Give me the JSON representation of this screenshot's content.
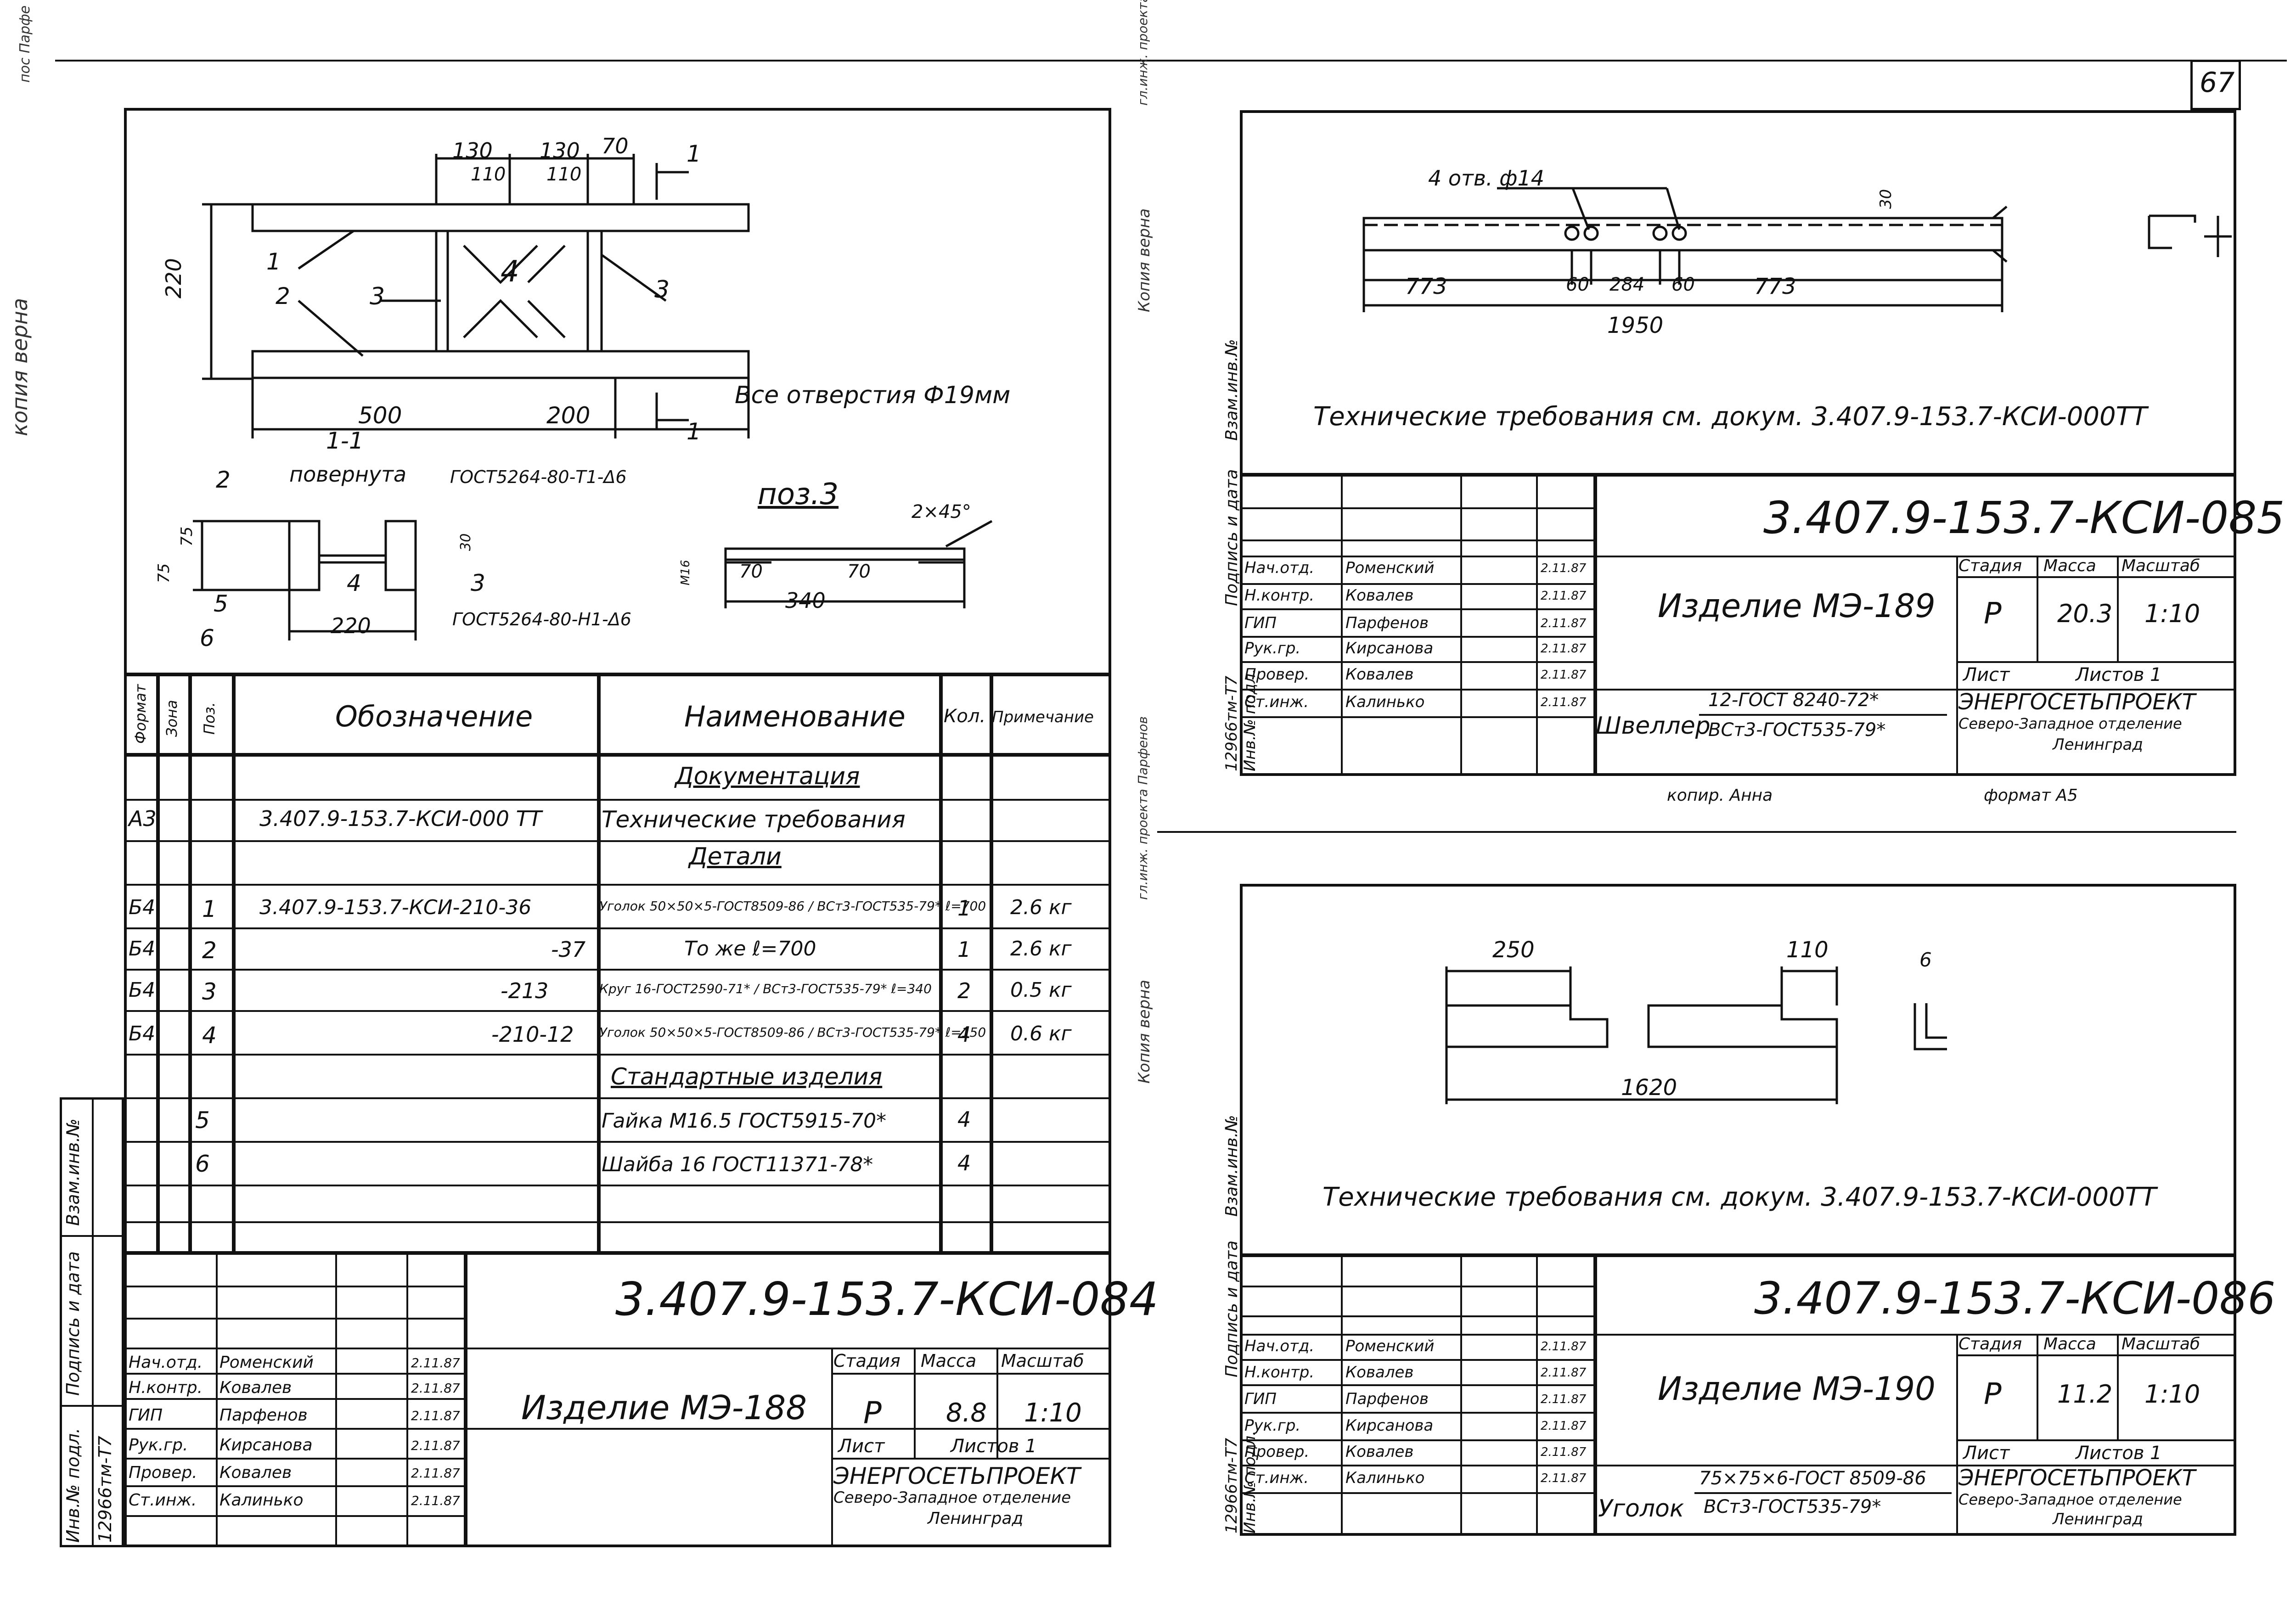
{
  "page_number": "67",
  "margin_notes": {
    "left_copy": "копия верна",
    "top_left_small": "пос Парфе",
    "top_center_small": "гл.инж. проекта Парфенов",
    "stamp_copy_1": "Копия верна",
    "stamp_copy_2": "Копия верна",
    "gl_inzh_2": "гл.инж. проекта Парфенов"
  },
  "sheet_084": {
    "dims": {
      "d130a": "130",
      "d130b": "130",
      "d70": "70",
      "d110a": "110",
      "d110b": "110",
      "d220": "220",
      "d500": "500",
      "d200": "200",
      "d75a": "75",
      "d75b": "75",
      "d220b": "220",
      "d30": "30",
      "d70a": "70",
      "d70b": "70",
      "d340": "340",
      "m16": "М16",
      "chamfer": "2×45°"
    },
    "callouts": {
      "c1": "1",
      "c2": "2",
      "c3a": "3",
      "c3b": "3",
      "c4": "4",
      "s1": "1",
      "s2": "1",
      "c2b": "2",
      "c3c": "3",
      "c4b": "4",
      "c5": "5",
      "c6": "6"
    },
    "holes_note": "Все отверстия Ф19мм",
    "section_label": "1-1",
    "section_sub": "повернута",
    "weld_1": "ГОСТ5264-80-Т1-Δ6",
    "weld_2": "ГОСТ5264-80-Н1-Δ6",
    "pos3_label": "поз.3",
    "spec_headers": {
      "format": "Формат",
      "zone": "Зона",
      "pos": "Поз.",
      "designation": "Обозначение",
      "name": "Наименование",
      "qty": "Кол.",
      "note": "Примечание"
    },
    "spec_rows": [
      {
        "format": "",
        "pos": "",
        "designation": "",
        "name": "Документация",
        "qty": "",
        "note": ""
      },
      {
        "format": "А3",
        "pos": "",
        "designation": "3.407.9-153.7-КСИ-000 ТТ",
        "name": "Технические требования",
        "qty": "",
        "note": ""
      },
      {
        "format": "",
        "pos": "",
        "designation": "",
        "name": "Детали",
        "qty": "",
        "note": ""
      },
      {
        "format": "Б4",
        "pos": "1",
        "designation": "3.407.9-153.7-КСИ-210-36",
        "name": "Уголок 50×50×5-ГОСТ8509-86 / ВСт3-ГОСТ535-79* ℓ=700",
        "qty": "1",
        "note": "2.6 кг"
      },
      {
        "format": "Б4",
        "pos": "2",
        "designation": "-37",
        "name": "То же ℓ=700",
        "qty": "1",
        "note": "2.6 кг"
      },
      {
        "format": "Б4",
        "pos": "3",
        "designation": "-213",
        "name": "Круг 16-ГОСТ2590-71* / ВСт3-ГОСТ535-79* ℓ=340",
        "qty": "2",
        "note": "0.5 кг"
      },
      {
        "format": "Б4",
        "pos": "4",
        "designation": "-210-12",
        "name": "Уголок 50×50×5-ГОСТ8509-86 / ВСт3-ГОСТ535-79* ℓ=150",
        "qty": "4",
        "note": "0.6 кг"
      },
      {
        "format": "",
        "pos": "",
        "designation": "",
        "name": "Стандартные изделия",
        "qty": "",
        "note": ""
      },
      {
        "format": "",
        "pos": "5",
        "designation": "",
        "name": "Гайка М16.5 ГОСТ5915-70*",
        "qty": "4",
        "note": ""
      },
      {
        "format": "",
        "pos": "6",
        "designation": "",
        "name": "Шайба 16 ГОСТ11371-78*",
        "qty": "4",
        "note": ""
      }
    ],
    "side_labels": {
      "inv_zam": "Взам.инв.№",
      "sign_date": "Подпись и дата",
      "inv_podl": "Инв.№ подл.",
      "inv_num": "12966тм-Т7"
    },
    "code": "3.407.9-153.7-КСИ-084",
    "title": "Изделие МЭ-188",
    "stage_h": "Стадия",
    "mass_h": "Масса",
    "scale_h": "Масштаб",
    "stage": "Р",
    "mass": "8.8",
    "scale": "1:10",
    "sheet": "Лист",
    "sheets": "Листов 1",
    "org1": "ЭНЕРГОСЕТЬПРОЕКТ",
    "org2": "Северо-Западное отделение",
    "org3": "Ленинград",
    "roles": [
      {
        "role": "Нач.отд.",
        "name": "Роменский",
        "date": "2.11.87"
      },
      {
        "role": "Н.контр.",
        "name": "Ковалев",
        "date": "2.11.87"
      },
      {
        "role": "ГИП",
        "name": "Парфенов",
        "date": "2.11.87"
      },
      {
        "role": "Рук.гр.",
        "name": "Кирсанова",
        "date": "2.11.87"
      },
      {
        "role": "Провер.",
        "name": "Ковалев",
        "date": "2.11.87"
      },
      {
        "role": "Ст.инж.",
        "name": "Калинько",
        "date": "2.11.87"
      }
    ]
  },
  "sheet_085": {
    "holes": "4 отв. ф14",
    "d773a": "773",
    "d60a": "60",
    "d284": "284",
    "d60b": "60",
    "d773b": "773",
    "d1950": "1950",
    "d30": "30",
    "tech_req": "Технические требования см. докум. 3.407.9-153.7-КСИ-000ТТ",
    "code": "3.407.9-153.7-КСИ-085",
    "title": "Изделие МЭ-189",
    "stage_h": "Стадия",
    "mass_h": "Масса",
    "scale_h": "Масштаб",
    "stage": "Р",
    "mass": "20.3",
    "scale": "1:10",
    "sheet": "Лист",
    "sheets": "Листов 1",
    "org1": "ЭНЕРГОСЕТЬПРОЕКТ",
    "org2": "Северо-Западное отделение",
    "org3": "Ленинград",
    "material_name": "Швеллер",
    "material_top": "12-ГОСТ 8240-72*",
    "material_bottom": "ВСт3-ГОСТ535-79*",
    "inv_num": "12966тм-Т7",
    "roles": [
      {
        "role": "Нач.отд.",
        "name": "Роменский",
        "date": "2.11.87"
      },
      {
        "role": "Н.контр.",
        "name": "Ковалев",
        "date": "2.11.87"
      },
      {
        "role": "ГИП",
        "name": "Парфенов",
        "date": "2.11.87"
      },
      {
        "role": "Рук.гр.",
        "name": "Кирсанова",
        "date": "2.11.87"
      },
      {
        "role": "Провер.",
        "name": "Ковалев",
        "date": "2.11.87"
      },
      {
        "role": "Ст.инж.",
        "name": "Калинько",
        "date": "2.11.87"
      }
    ],
    "copy_note": "копир. Анна",
    "format_note": "формат А5"
  },
  "sheet_086": {
    "d250": "250",
    "d110": "110",
    "d6": "6",
    "d1620": "1620",
    "tech_req": "Технические требования см. докум. 3.407.9-153.7-КСИ-000ТТ",
    "code": "3.407.9-153.7-КСИ-086",
    "title": "Изделие МЭ-190",
    "stage_h": "Стадия",
    "mass_h": "Масса",
    "scale_h": "Масштаб",
    "stage": "Р",
    "mass": "11.2",
    "scale": "1:10",
    "sheet": "Лист",
    "sheets": "Листов 1",
    "org1": "ЭНЕРГОСЕТЬПРОЕКТ",
    "org2": "Северо-Западное отделение",
    "org3": "Ленинград",
    "material_name": "Уголок",
    "material_top": "75×75×6-ГОСТ 8509-86",
    "material_bottom": "ВСт3-ГОСТ535-79*",
    "inv_num": "12966тм-Т7",
    "roles": [
      {
        "role": "Нач.отд.",
        "name": "Роменский",
        "date": "2.11.87"
      },
      {
        "role": "Н.контр.",
        "name": "Ковалев",
        "date": "2.11.87"
      },
      {
        "role": "ГИП",
        "name": "Парфенов",
        "date": "2.11.87"
      },
      {
        "role": "Рук.гр.",
        "name": "Кирсанова",
        "date": "2.11.87"
      },
      {
        "role": "Провер.",
        "name": "Ковалев",
        "date": "2.11.87"
      },
      {
        "role": "Ст.инж.",
        "name": "Калинько",
        "date": "2.11.87"
      }
    ]
  }
}
